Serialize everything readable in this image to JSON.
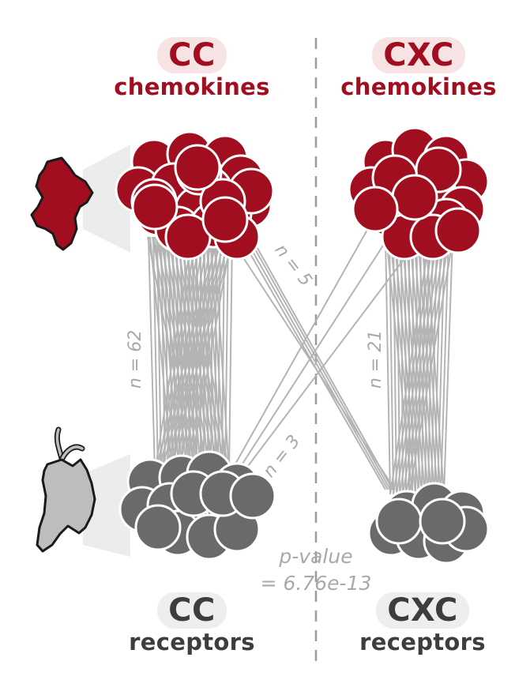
{
  "labels": {
    "cc_chemokines": {
      "abbr": "CC",
      "word": "chemokines"
    },
    "cxc_chemokines": {
      "abbr": "CXC",
      "word": "chemokines"
    },
    "cc_receptors": {
      "abbr": "CC",
      "word": "receptors"
    },
    "cxc_receptors": {
      "abbr": "CXC",
      "word": "receptors"
    }
  },
  "counts": {
    "cc_to_cc": "n = 62",
    "cc_to_cxc": "n = 5",
    "cxc_to_cxc": "n = 21",
    "cxc_to_cc": "n = 3"
  },
  "p_value": {
    "line1": "p-value",
    "line2": "= 6.76e-13"
  },
  "colors": {
    "chemokine": "#a10e1f",
    "receptor": "#6b6a6a",
    "edge": "#b4b4b4",
    "divider": "#9a9a9a",
    "text_gray": "#3d3d3d",
    "pill_red": "#f7e3e3",
    "pill_gray": "#eeeeee"
  },
  "icons": {
    "chemokine": "chemokine-protein-icon",
    "receptor": "receptor-protein-icon"
  }
}
